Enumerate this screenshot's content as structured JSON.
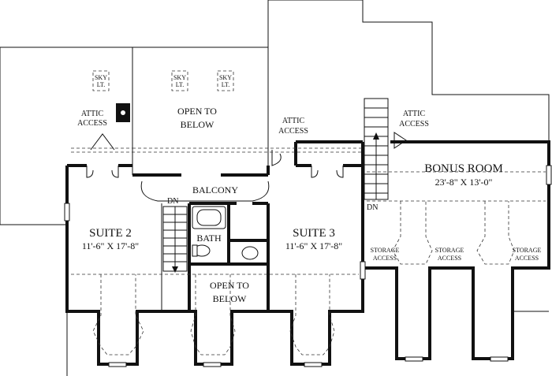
{
  "labels": {
    "open_to_below_top_1": "OPEN TO",
    "open_to_below_top_2": "BELOW",
    "sky_lt_1a": "SKY",
    "sky_lt_1b": "LT.",
    "sky_lt_2a": "SKY",
    "sky_lt_2b": "LT.",
    "sky_lt_3a": "SKY",
    "sky_lt_3b": "LT.",
    "attic_access_left_1": "ATTIC",
    "attic_access_left_2": "ACCESS",
    "attic_access_mid_1": "ATTIC",
    "attic_access_mid_2": "ACCESS",
    "attic_access_right_1": "ATTIC",
    "attic_access_right_2": "ACCESS",
    "balcony": "BALCONY",
    "dn_left": "DN",
    "dn_right": "DN",
    "suite2_name": "SUITE 2",
    "suite2_dim": "11'-6\" X 17'-8\"",
    "suite3_name": "SUITE 3",
    "suite3_dim": "11'-6\" X 17'-8\"",
    "bath": "BATH",
    "open_to_below_bottom_1": "OPEN TO",
    "open_to_below_bottom_2": "BELOW",
    "bonus_name": "BONUS ROOM",
    "bonus_dim": "23'-8\" X 13'-0\"",
    "storage_1a": "STORAGE",
    "storage_1b": "ACCESS",
    "storage_2a": "STORAGE",
    "storage_2b": "ACCESS",
    "storage_3a": "STORAGE",
    "storage_3b": "ACCESS"
  }
}
